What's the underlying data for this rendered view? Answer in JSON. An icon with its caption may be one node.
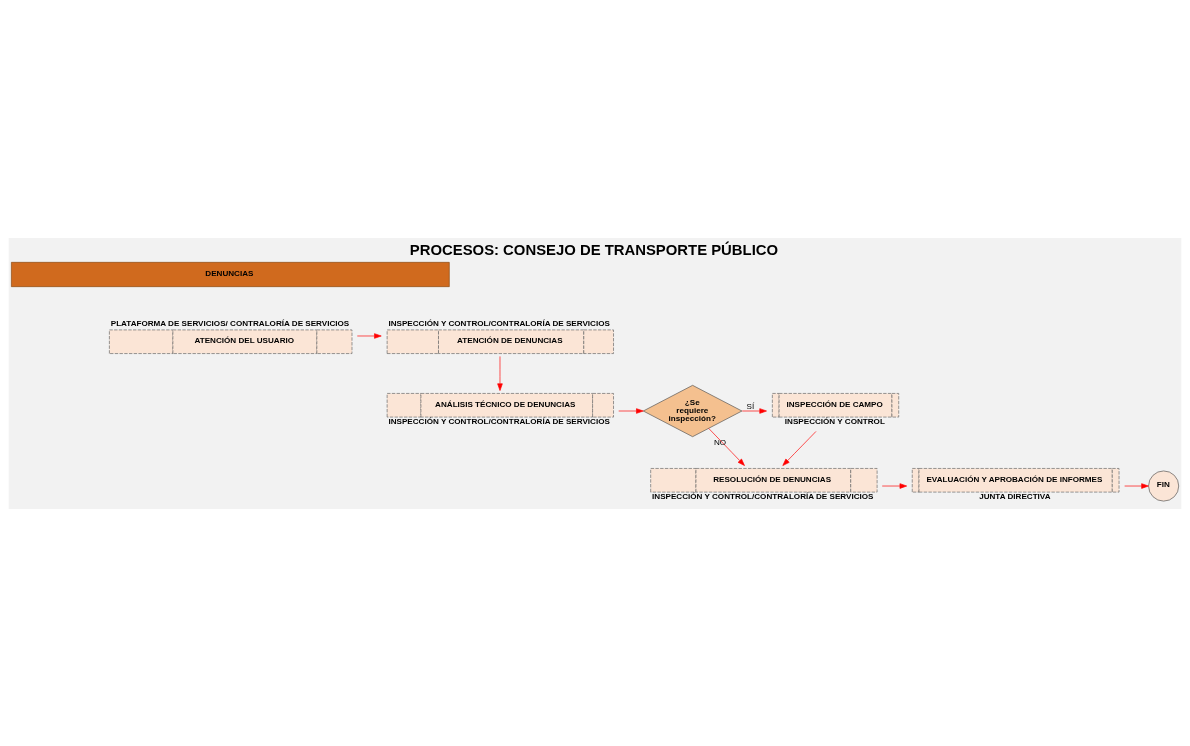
{
  "diagram": {
    "title": "PROCESOS: CONSEJO DE TRANSPORTE PÚBLICO",
    "nodes": [
      {
        "text": [
          "DENUNCIAS"
        ]
      },
      {
        "text": [
          "ATENCIÓN DEL USUARIO"
        ],
        "beside": [
          "PLATAFORMA DE SERVICIOS/ CONTRALORÍA DE SERVICIOS"
        ]
      },
      {
        "text": [
          "ATENCIÓN DE DENUNCIAS"
        ],
        "beside": [
          "INSPECCIÓN Y CONTROL/CONTRALORÍA DE SERVICIOS"
        ]
      },
      {
        "text": [
          "ANÁLISIS TÉCNICO DE DENUNCIAS"
        ],
        "beside": [
          "INSPECCIÓN Y CONTROL/CONTRALORÍA DE SERVICIOS"
        ]
      },
      {
        "text": [
          "¿Se requiere inspección?"
        ]
      },
      {
        "text": [
          "INSPECCIÓN DE CAMPO"
        ],
        "beside": [
          "INSPECCIÓN Y CONTROL"
        ]
      },
      {
        "text": [
          "RESOLUCIÓN DE DENUNCIAS"
        ],
        "beside": [
          "INSPECCIÓN Y CONTROL/CONTRALORÍA DE SERVICIOS"
        ]
      },
      {
        "text": [
          "EVALUACIÓN Y APROBACIÓN DE INFORMES"
        ],
        "beside": [
          "JUNTA DIRECTIVA"
        ]
      },
      {
        "text": [
          "FIN"
        ]
      }
    ],
    "edges": [
      {
        "from": 1,
        "to": 2,
        "arrow": "to"
      },
      {
        "from": 2,
        "to": 3,
        "arrow": "to"
      },
      {
        "from": 3,
        "to": 4,
        "arrow": "to"
      },
      {
        "from": 4,
        "to": 5,
        "arrow": "to",
        "label": "SÍ"
      },
      {
        "from": 4,
        "to": 6,
        "arrow": "to",
        "label": "NO"
      },
      {
        "from": 5,
        "to": 6,
        "arrow": "to"
      },
      {
        "from": 6,
        "to": 7,
        "arrow": "to"
      },
      {
        "from": 7,
        "to": 8,
        "arrow": "to"
      }
    ]
  }
}
